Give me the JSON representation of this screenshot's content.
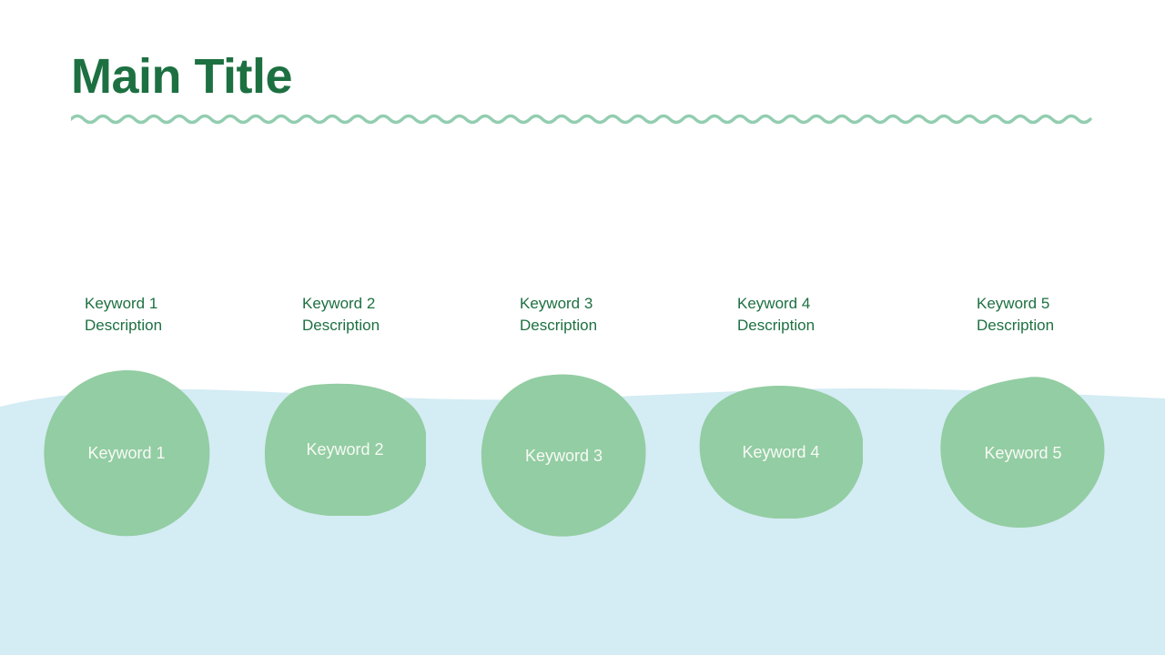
{
  "slide": {
    "background_color": "#ffffff",
    "band_color": "#d4ecf4",
    "accent_green": "#93cda3",
    "title_green": "#1d7041",
    "blob_text_color": "#f7faf5"
  },
  "header": {
    "title": "Main Title",
    "divider_icon": "wavy-line-icon"
  },
  "items": [
    {
      "keyword": "Keyword 1",
      "description": "Description",
      "blob_label": "Keyword 1"
    },
    {
      "keyword": "Keyword 2",
      "description": "Description",
      "blob_label": "Keyword 2"
    },
    {
      "keyword": "Keyword 3",
      "description": "Description",
      "blob_label": "Keyword 3"
    },
    {
      "keyword": "Keyword 4",
      "description": "Description",
      "blob_label": "Keyword 4"
    },
    {
      "keyword": "Keyword 5",
      "description": "Description",
      "blob_label": "Keyword 5"
    }
  ]
}
